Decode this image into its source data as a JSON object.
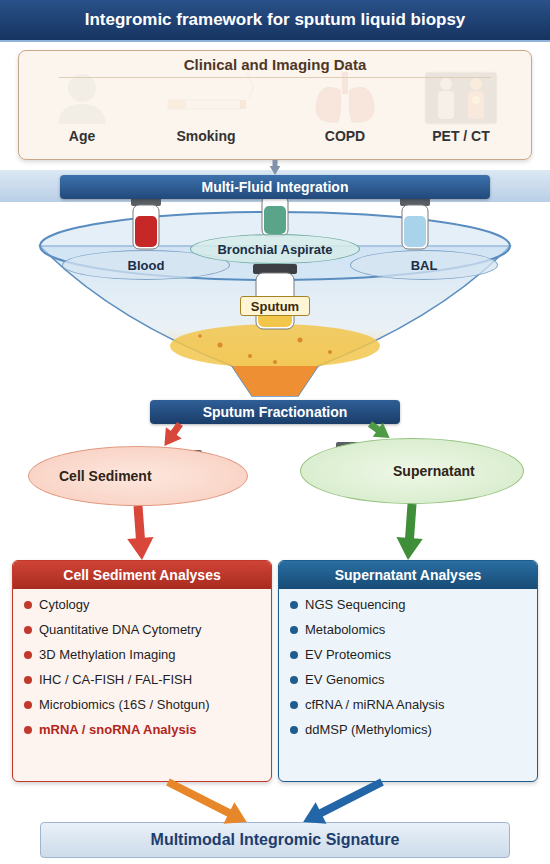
{
  "diagram": {
    "title": "Integromic framework for sputum liquid biopsy",
    "nodes": [
      {
        "text": [
          "Clinical and Imaging Data"
        ]
      },
      {
        "text": [
          "Multi-Fluid Integration"
        ]
      },
      {
        "text": [
          "Blood"
        ]
      },
      {
        "text": [
          "Bronchial Aspirate"
        ]
      },
      {
        "text": [
          "BAL"
        ]
      },
      {
        "text": [
          "Sputum"
        ]
      },
      {
        "text": [
          "Sputum Fractionation"
        ]
      },
      {
        "text": [
          "Cell Sediment"
        ]
      },
      {
        "text": [
          "Supernatant"
        ]
      },
      {
        "text": [
          "Cell Sediment Analyses",
          "Cytology",
          "Quantitative DNA Cytometry",
          "3D Methylation Imaging",
          "IHC / CA-FISH / FAL-FISH",
          "Microbiomics (16S / Shotgun)",
          "mRNA / snoRNA Analysis"
        ]
      },
      {
        "text": [
          "Supernatant Analyses",
          "NGS Sequencing",
          "Metabolomics",
          "EV Proteomics",
          "EV Genomics",
          "cfRNA / miRNA Analysis",
          "ddMSP (Methylomics)"
        ]
      },
      {
        "text": [
          "Multimodal Integromic Signature"
        ]
      }
    ],
    "edges": [
      {
        "from": 0,
        "to": 1,
        "arrow": "to"
      },
      {
        "from": 6,
        "to": 7,
        "arrow": "to"
      },
      {
        "from": 6,
        "to": 8,
        "arrow": "to"
      },
      {
        "from": 7,
        "to": 9,
        "arrow": "to"
      },
      {
        "from": 8,
        "to": 10,
        "arrow": "to"
      },
      {
        "from": 9,
        "to": 11,
        "arrow": "to"
      },
      {
        "from": 10,
        "to": 11,
        "arrow": "to"
      }
    ],
    "labels": [
      "Age",
      "Smoking",
      "COPD",
      "PET / CT"
    ]
  }
}
